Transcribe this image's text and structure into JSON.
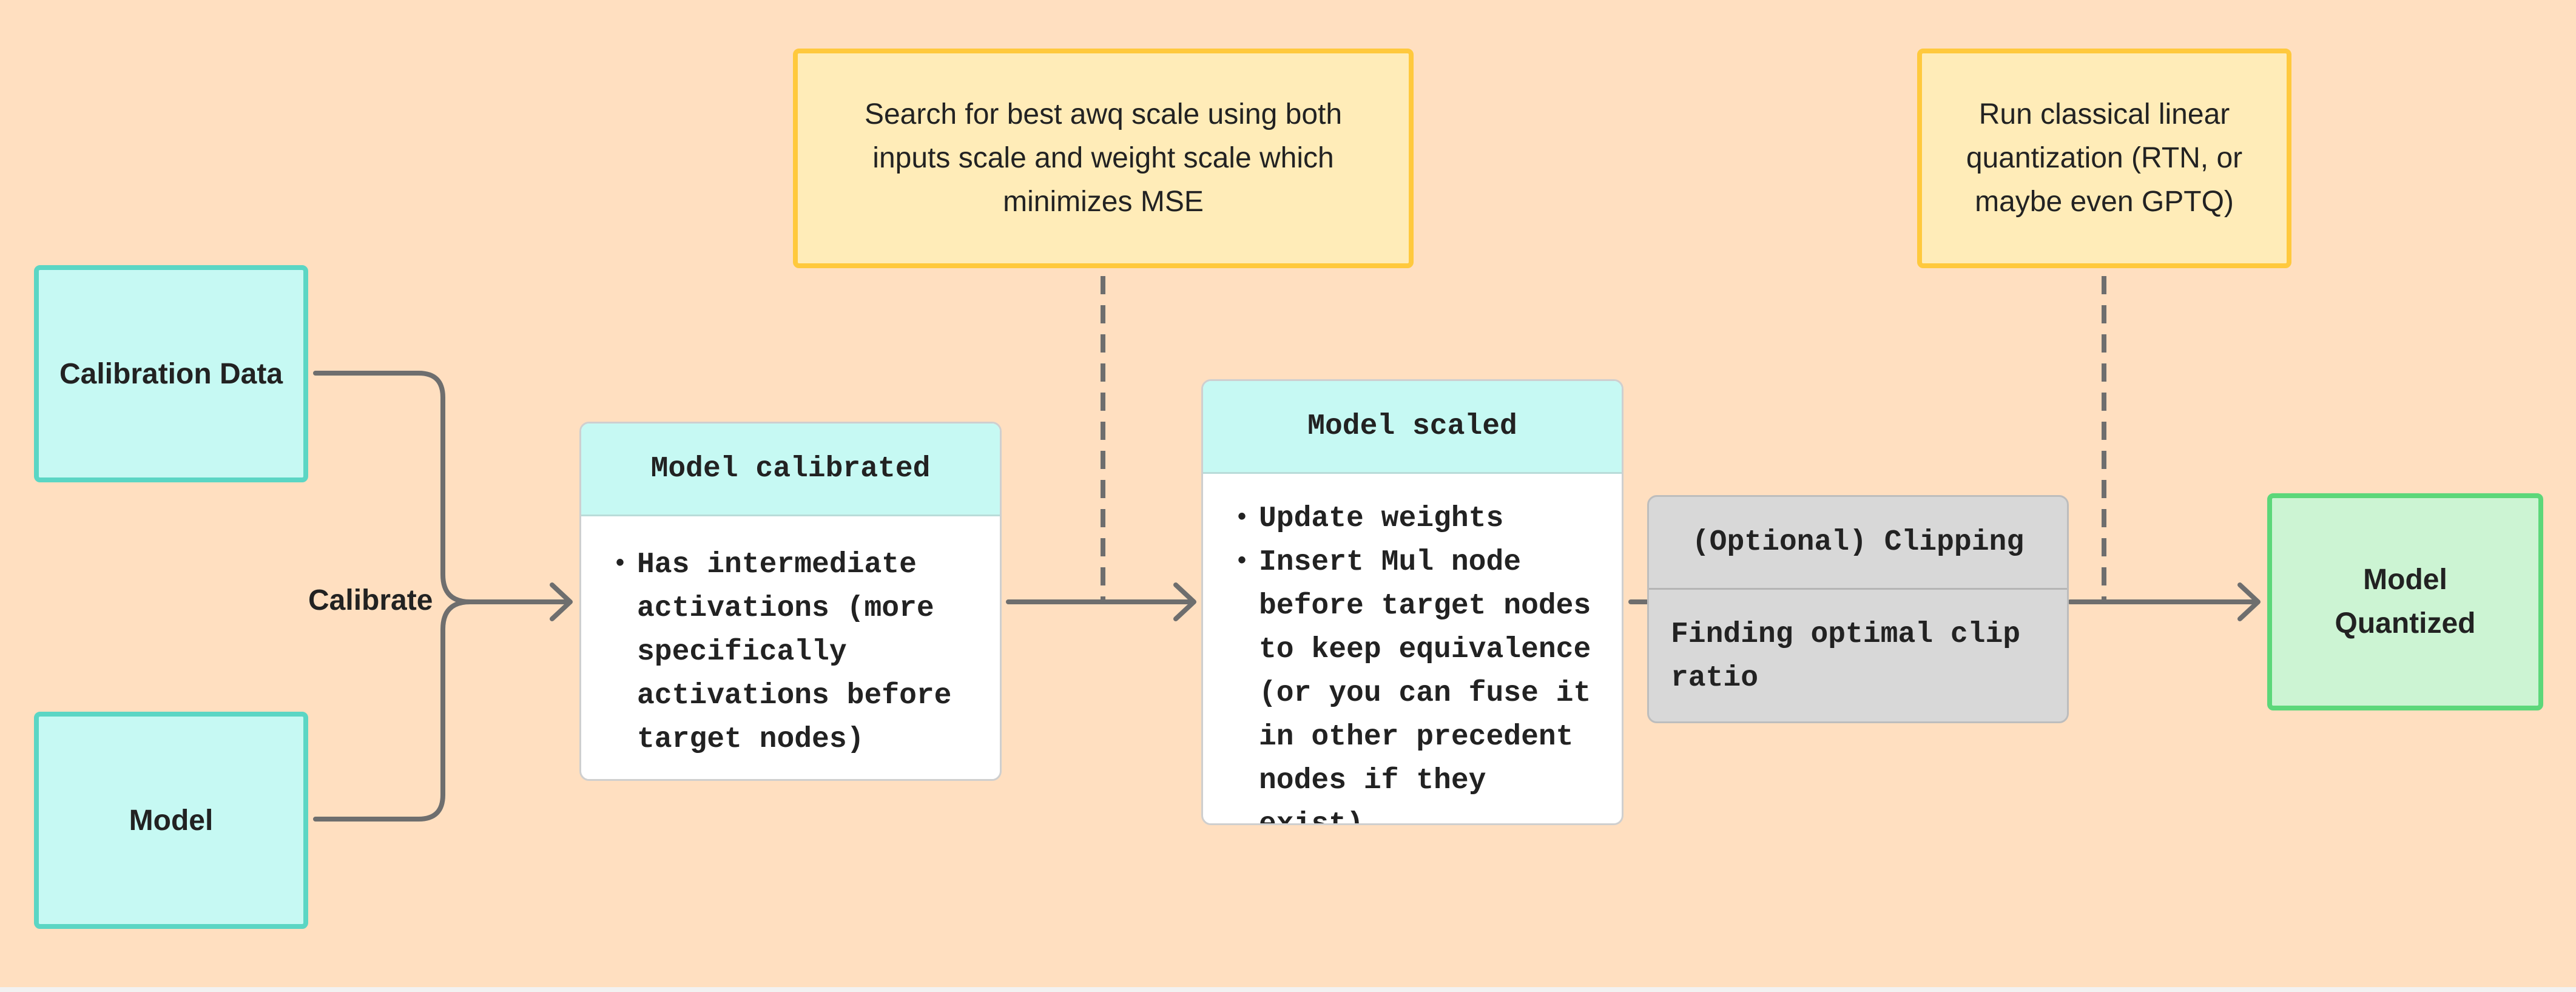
{
  "nodes": {
    "calibration_data": "Calibration Data",
    "model": "Model",
    "calibrate_label": "Calibrate",
    "model_calibrated": {
      "title": "Model calibrated",
      "bullets": [
        "Has intermediate activations (more specifically activations before target nodes)"
      ]
    },
    "model_scaled": {
      "title": "Model scaled",
      "bullets": [
        "Update weights",
        "Insert Mul node before target nodes to keep equivalence (or you can fuse it in other precedent nodes if they exist)"
      ]
    },
    "clipping": {
      "title": "(Optional) Clipping",
      "body": "Finding optimal clip ratio"
    },
    "model_quantized": "Model Quantized"
  },
  "notes": {
    "awq_search": "Search for best awq scale using both inputs scale and weight scale which minimizes MSE",
    "linear_quant": "Run classical linear quantization (RTN, or maybe even GPTQ)"
  },
  "colors": {
    "background": "#ffdfc0",
    "source_fill": "#c6f9f3",
    "source_border": "#5bd6c4",
    "note_fill": "#ffecb8",
    "note_border": "#ffc93d",
    "output_fill": "#ccf4d3",
    "output_border": "#5cd77a",
    "connector": "#6e6e6e"
  }
}
